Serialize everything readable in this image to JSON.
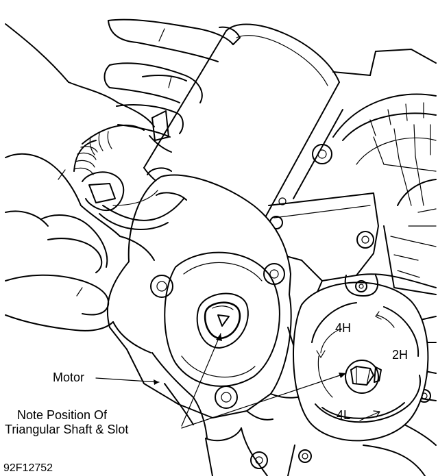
{
  "labels": {
    "motor": "Motor",
    "note_line1": "Note Position Of",
    "note_line2": "Triangular Shaft & Slot",
    "pos_4h": "4H",
    "pos_2h": "2H",
    "pos_4l": "4L",
    "figure_id": "92F12752"
  }
}
